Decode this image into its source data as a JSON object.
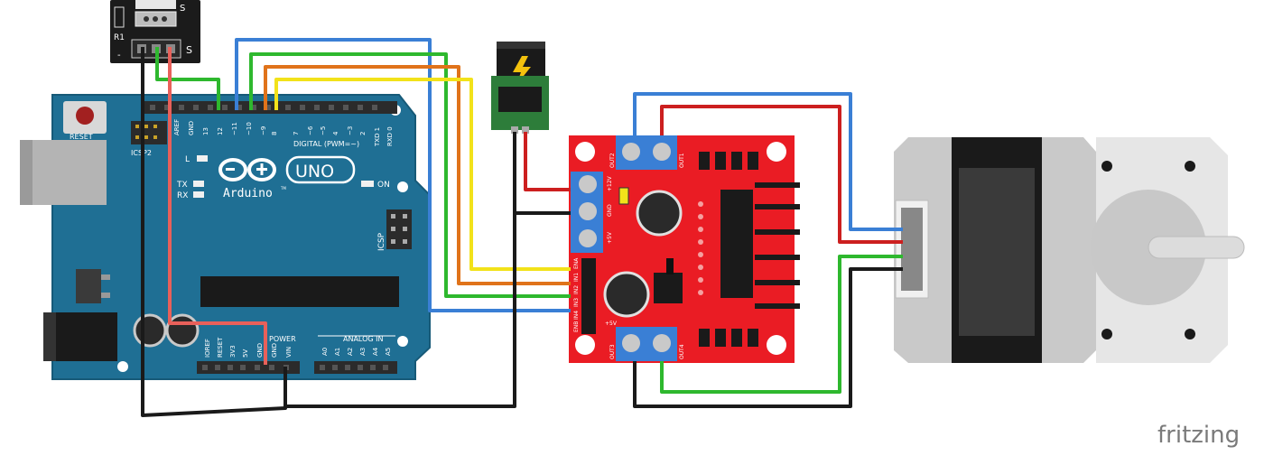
{
  "sensor": {
    "labels": {
      "s_top": "S",
      "r1": "R1",
      "s_bottom": "S",
      "minus": "-"
    }
  },
  "arduino": {
    "reset": "RESET",
    "icsp2": "ICSP2",
    "icsp": "ICSP",
    "logo_text": "Arduino",
    "tm": "TM",
    "uno": "UNO",
    "digital": "DIGITAL (PWM=~)",
    "analog": "ANALOG IN",
    "power": "POWER",
    "led_on": "ON",
    "led_l": "L",
    "led_tx": "TX",
    "led_rx": "RX",
    "digital_pins": [
      "AREF",
      "GND",
      "13",
      "12",
      "~11",
      "~10",
      "~9",
      "8",
      "7",
      "~6",
      "~5",
      "4",
      "~3",
      "2",
      "TXD 1",
      "RXD 0"
    ],
    "power_pins": [
      "IOREF",
      "RESET",
      "3V3",
      "5V",
      "GND",
      "GND",
      "VIN"
    ],
    "analog_pins": [
      "A0",
      "A1",
      "A2",
      "A3",
      "A4",
      "A5"
    ]
  },
  "driver": {
    "out1": "OUT1",
    "out2": "OUT2",
    "out3": "OUT3",
    "out4": "OUT4",
    "v12": "+12V",
    "gnd": "GND",
    "v5": "+5V",
    "ena": "ENA",
    "in1": "IN1",
    "in2": "IN2",
    "in3": "IN3",
    "in4": "IN4",
    "enb": "ENB",
    "v5b": "+5V"
  },
  "footer": {
    "brand": "fritzing"
  },
  "colors": {
    "blue": "#3a7fd5",
    "green": "#2eb82e",
    "orange": "#e0731a",
    "yellow": "#f2e21a",
    "red": "#cc1f1f",
    "black": "#1a1a1a",
    "pink": "#e8605a",
    "board": "#1f6f94",
    "driver": "#ea1c24"
  }
}
